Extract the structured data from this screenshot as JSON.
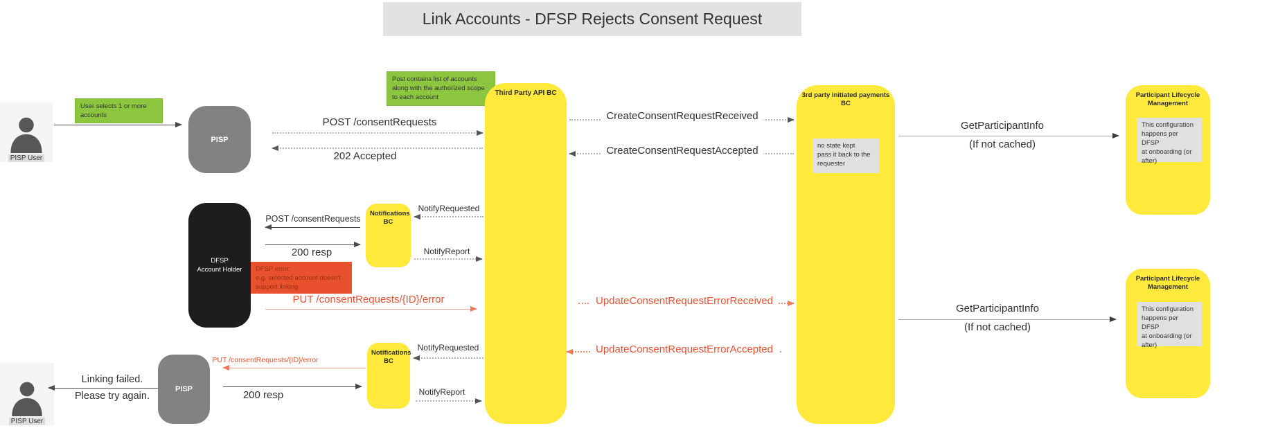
{
  "title": "Link Accounts - DFSP Rejects Consent Request",
  "actors": {
    "pisp_user_top": "PISP User",
    "pisp_top": "PISP",
    "dfsp_line1": "DFSP",
    "dfsp_line2": "Account Holder",
    "pisp_bottom": "PISP",
    "pisp_user_bottom": "PISP User"
  },
  "lifelines": {
    "third_party_api": "Third Party API BC",
    "third_party_payments": "3rd party initiated payments BC",
    "notifications_top": "Notifications BC",
    "notifications_bottom": "Notifications BC",
    "plm_top": "Participant Lifecycle Management",
    "plm_bottom": "Participant Lifecycle Management"
  },
  "notes": {
    "user_selects": [
      "User selects 1 or more",
      "accounts"
    ],
    "post_contains": [
      "Post contains list of accounts",
      "along with the authorized scope",
      "to each account"
    ],
    "no_state": [
      "no state kept",
      "pass it back to the",
      "requester"
    ],
    "plm_config_top": [
      "This configuration",
      "happens per DFSP",
      "at onboarding (or",
      "after)"
    ],
    "plm_config_bottom": [
      "This configuration",
      "happens per DFSP",
      "at onboarding (or",
      "after)"
    ],
    "dfsp_error": [
      "DFSP error:",
      "e.g. selected account doesn't",
      "support linking"
    ]
  },
  "messages": {
    "post_consent_top": "POST /consentRequests",
    "accepted_202": "202 Accepted",
    "create_consent_received": "CreateConsentRequestReceived",
    "create_consent_accepted": "CreateConsentRequestAccepted",
    "get_participant_top": "GetParticipantInfo",
    "if_not_cached_top": "(If not cached)",
    "post_consent_dfsp": "POST /consentRequests",
    "resp_200_top": "200 resp",
    "notify_requested_top": "NotifyRequested",
    "notify_report_top": "NotifyReport",
    "put_error_top": "PUT /consentRequests/{ID}/error",
    "update_error_received": "UpdateConsentRequestErrorReceived",
    "update_error_accepted": "UpdateConsentRequestErrorAccepted",
    "get_participant_bottom": "GetParticipantInfo",
    "if_not_cached_bottom": "(If not cached)",
    "linking_failed_line1": "Linking failed.",
    "linking_failed_line2": "Please try again.",
    "put_error_bottom": "PUT /consentRequests/{ID}/error",
    "resp_200_bottom": "200 resp",
    "notify_requested_bottom": "NotifyRequested",
    "notify_report_bottom": "NotifyReport"
  },
  "colors": {
    "lifeline_yellow": "#ffe93b",
    "note_green": "#8cc63f",
    "note_gray": "#e0e0e0",
    "error_note_bg": "#e8502e",
    "error_note_text": "#99300e",
    "red_message": "#f05030",
    "pisp_gray": "#828282",
    "dfsp_black": "#1d1d1d",
    "title_bg": "#e2e2e2"
  }
}
